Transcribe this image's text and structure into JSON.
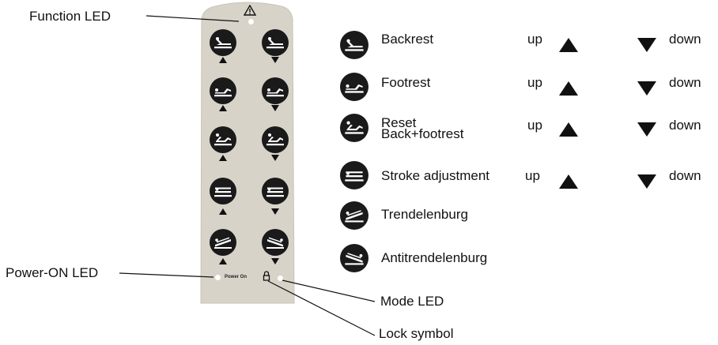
{
  "callouts": {
    "function_led": "Function LED",
    "power_on_led": "Power-ON LED",
    "mode_led": "Mode LED",
    "lock_symbol": "Lock symbol"
  },
  "panel": {
    "power_on_text": "Power On",
    "warning_icon": "warning-triangle-icon",
    "lock_icon": "padlock-icon",
    "buttons": [
      {
        "row": 1,
        "left_icon": "backrest-icon",
        "right_icon": "backrest-icon"
      },
      {
        "row": 2,
        "left_icon": "footrest-icon",
        "right_icon": "footrest-icon"
      },
      {
        "row": 3,
        "left_icon": "reset-back-footrest-icon",
        "right_icon": "reset-back-footrest-icon"
      },
      {
        "row": 4,
        "left_icon": "stroke-adjustment-icon",
        "right_icon": "stroke-adjustment-icon"
      },
      {
        "row": 5,
        "left_icon": "trendelenburg-icon",
        "right_icon": "antitrendelenburg-icon"
      }
    ]
  },
  "legend": {
    "up_label": "up",
    "down_label": "down",
    "items": [
      {
        "label": "Backrest",
        "has_up_down": true,
        "icon": "backrest-icon"
      },
      {
        "label": "Footrest",
        "has_up_down": true,
        "icon": "footrest-icon"
      },
      {
        "label_line1": "Reset",
        "label_line2": "Back+footrest",
        "has_up_down": true,
        "icon": "reset-back-footrest-icon"
      },
      {
        "label": "Stroke adjustment",
        "has_up_down": true,
        "icon": "stroke-adjustment-icon"
      },
      {
        "label": "Trendelenburg",
        "has_up_down": false,
        "icon": "trendelenburg-icon"
      },
      {
        "label": "Antitrendelenburg",
        "has_up_down": false,
        "icon": "antitrendelenburg-icon"
      }
    ]
  },
  "colors": {
    "panel": "#d8d3c9",
    "button": "#1a1a1a",
    "glyph": "#ffffff",
    "line": "#111111"
  }
}
